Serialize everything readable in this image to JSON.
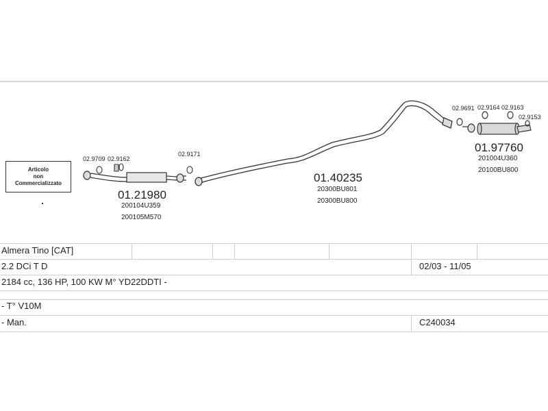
{
  "notice": {
    "line1": "Articolo",
    "line2": "non",
    "line3": "Commercializzato"
  },
  "parts": {
    "front_pipe": {
      "number": "01.21980",
      "codes": [
        "200104U359",
        "200105M570"
      ]
    },
    "middle_pipe": {
      "number": "01.40235",
      "codes": [
        "20300BU801",
        "20300BU800"
      ]
    },
    "rear_silencer": {
      "number": "01.97760",
      "codes": [
        "201004U360",
        "20100BU800"
      ]
    },
    "fittings": {
      "f1": "02.9709",
      "f2": "02.9162",
      "f3": "02.9171",
      "f4": "02.9691",
      "f5": "02.9164",
      "f6": "02.9163",
      "f7": "02.9153"
    }
  },
  "specs": {
    "model": "Almera Tino  [CAT]",
    "engine": "2.2 DCi T D",
    "years": "02/03 - 11/05",
    "details": "2184 cc, 136 HP, 100 KW M° YD22DDTI -",
    "type": "- T° V10M",
    "gearbox": "- Man.",
    "code": "C240034"
  }
}
